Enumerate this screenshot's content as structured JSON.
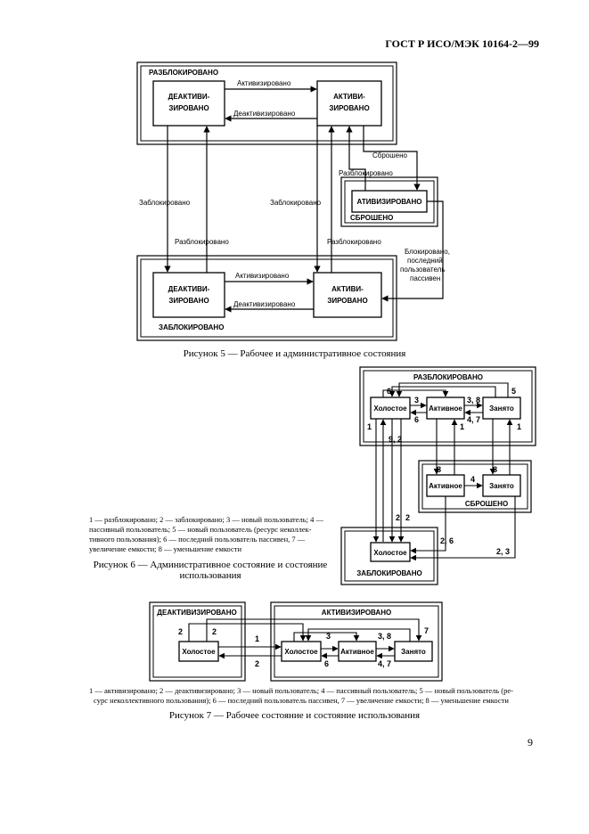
{
  "header": {
    "doc_code": "ГОСТ Р ИСО/МЭК 10164-2—99"
  },
  "page_number": "9",
  "fig5": {
    "caption": "Рисунок 5 — Рабочее и административное состояния",
    "unlocked_label": "РАЗБЛОКИРОВАНО",
    "locked_label": "ЗАБЛОКИРОВАНО",
    "reset_label": "СБРОШЕНО",
    "deact_line1": "ДЕАКТИВИ-",
    "deact_line2": "ЗИРОВАНО",
    "act_line1": "АКТИВИ-",
    "act_line2": "ЗИРОВАНО",
    "activated": "АТИВИЗИРОВАНО",
    "arrow_activated": "Активизировано",
    "arrow_deactivated": "Деактивизировано",
    "arrow_blocked": "Заблокировано",
    "arrow_unblocked": "Разблокировано",
    "arrow_reset": "Сброшено",
    "block_line1": "Блокировано,",
    "block_line2": "последний",
    "block_line3": "пользователь",
    "block_line4": "пассивен"
  },
  "fig6": {
    "caption_line1": "Рисунок 6 — Административное состояние и состояние",
    "caption_line2": "использования",
    "legend_line1": "1 — разблокировано; 2 — заблокировано; 3 — новый пользователь; 4 —",
    "legend_line2": "пассивный пользователь; 5 — новый пользователь (ресурс неколлек-",
    "legend_line3": "тивного пользования); 6 — последний пользователь пассивен, 7 —",
    "legend_line4": "увеличение емкости; 8 — уменьшение емкости",
    "unlocked_label": "РАЗБЛОКИРОВАНО",
    "reset_label": "СБРОШЕНО",
    "locked_label": "ЗАБЛОКИРОВАНО",
    "idle": "Холостое",
    "active": "Активное",
    "busy": "Занято",
    "n6a": "6",
    "n3": "3",
    "n38": "3, 8",
    "n5": "5",
    "n6b": "6",
    "n47": "4, 7",
    "n1a": "1",
    "n1b": "1",
    "n1c": "1",
    "n92": "9, 2",
    "n8a": "8",
    "n4": "4",
    "n8b": "8",
    "n2a": "2",
    "n2b": "2",
    "n26": "2, 6",
    "n23": "2, 3"
  },
  "fig7": {
    "caption": "Рисунок 7 — Рабочее состояние и состояние использования",
    "legend_line1": "1 — активизировано; 2 — деактивизировано; 3 — новый пользователь; 4 — пассивный пользователь; 5 — новый пользователь (ре-",
    "legend_line2": "сурс неколлективного пользования); 6 — последний пользователь пассивен, 7 — увеличение емкости; 8 — уменьшение емкости",
    "deactivated_label": "ДЕАКТИВИЗИРОВАНО",
    "activated_label": "АКТИВИЗИРОВАНО",
    "idle": "Холостое",
    "active": "Активное",
    "busy": "Занято",
    "n2a": "2",
    "n2b": "2",
    "n1": "1",
    "n2c": "2",
    "n3": "3",
    "n38": "3, 8",
    "n7": "7",
    "n6": "6",
    "n47": "4, 7"
  }
}
